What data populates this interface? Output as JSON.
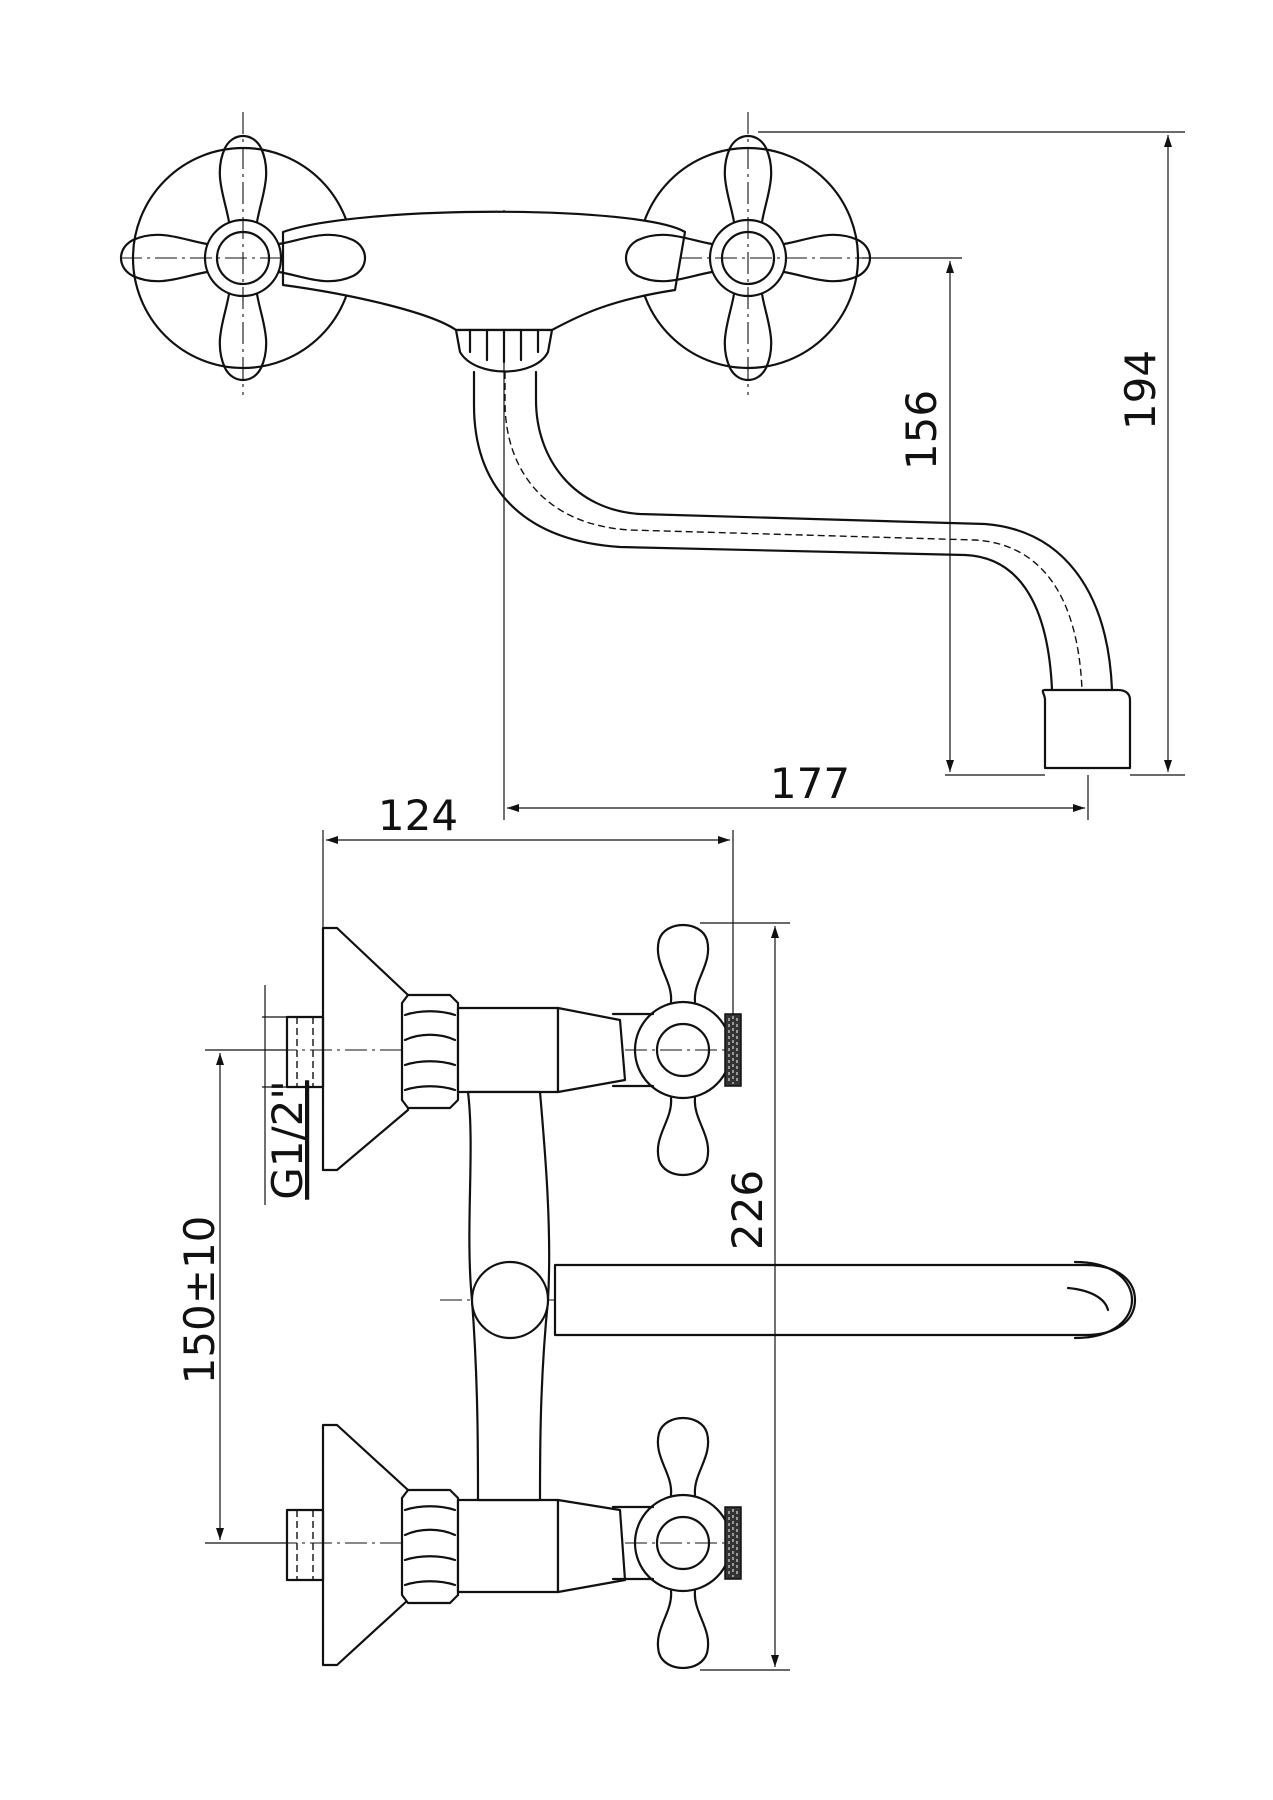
{
  "dimensions": {
    "total_height": "194",
    "outlet_height": "156",
    "spout_reach": "177",
    "projection_depth": "124",
    "handle_span": "226",
    "inlet_spacing": "150±10",
    "inlet_thread": "G1/2\""
  },
  "colors": {
    "line": "#111111",
    "background": "#ffffff"
  }
}
